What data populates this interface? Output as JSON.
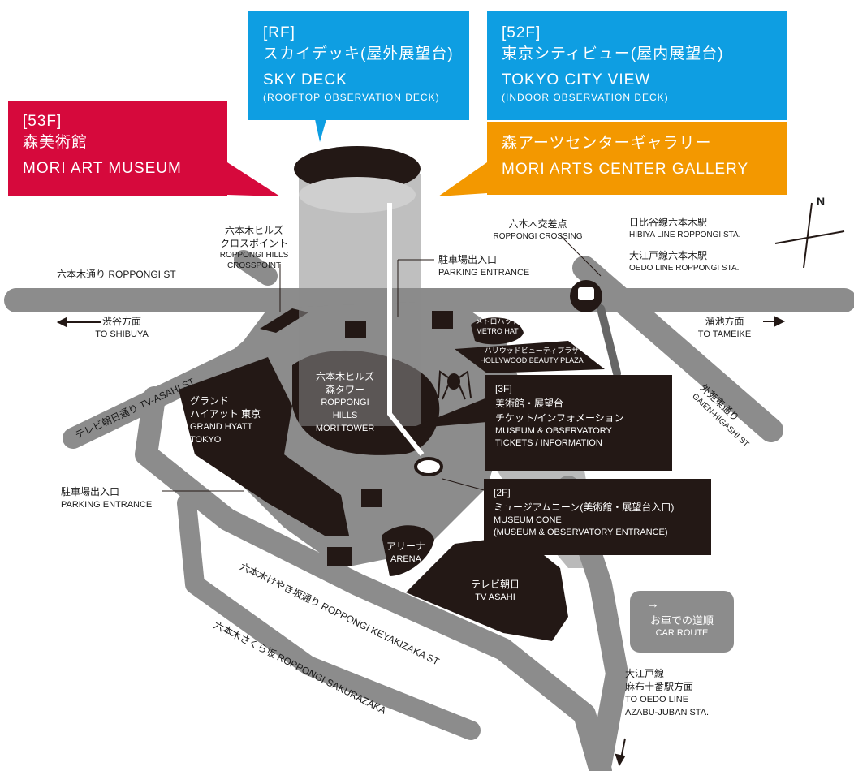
{
  "callouts": {
    "rf": {
      "floor": "[RF]",
      "ja": "スカイデッキ(屋外展望台)",
      "en": "SKY DECK",
      "en_sub": "(ROOFTOP OBSERVATION DECK)"
    },
    "f52": {
      "floor": "[52F]",
      "ja": "東京シティビュー(屋内展望台)",
      "en": "TOKYO CITY VIEW",
      "en_sub": "(INDOOR OBSERVATION DECK)"
    },
    "f53": {
      "floor": "[53F]",
      "ja": "森美術館",
      "en": "MORI ART MUSEUM"
    },
    "gallery": {
      "ja": "森アーツセンターギャラリー",
      "en": "MORI ARTS CENTER GALLERY"
    }
  },
  "labels": {
    "crosspoint_ja": "六本木ヒルズ\nクロスポイント",
    "crosspoint_en": "ROPPONGI HILLS\nCROSSPOINT",
    "roppongi_crossing_ja": "六本木交差点",
    "roppongi_crossing_en": "ROPPONGI CROSSING",
    "hibiya_ja": "日比谷線六本木駅",
    "hibiya_en": "HIBIYA LINE ROPPONGI STA.",
    "oedo_ja": "大江戸線六本木駅",
    "oedo_en": "OEDO LINE ROPPONGI STA.",
    "roppongi_st": "六本木通り ROPPONGI ST",
    "parking_top_ja": "駐車場出入口",
    "parking_top_en": "PARKING ENTRANCE",
    "shibuya_ja": "渋谷方面",
    "shibuya_en": "TO SHIBUYA",
    "tameike_ja": "溜池方面",
    "tameike_en": "TO TAMEIKE",
    "metro_hat": "メトロハット",
    "metro_hat_en": "METRO HAT",
    "hollywood_ja": "ハリウッドビューティプラザ",
    "hollywood_en": "HOLLYWOOD BEAUTY PLAZA",
    "gaien_ja": "外苑東通り",
    "gaien_en": "GAIEN-HIGASHI ST",
    "tv_asahi_st": "テレビ朝日通り TV-ASAHI ST",
    "grand_hyatt_ja": "グランド\nハイアット 東京",
    "grand_hyatt_en": "GRAND HYATT\nTOKYO",
    "mori_tower_ja": "六本木ヒルズ\n森タワー",
    "mori_tower_en": "ROPPONGI\nHILLS\nMORI TOWER",
    "parking_left_ja": "駐車場出入口",
    "parking_left_en": "PARKING ENTRANCE",
    "arena_ja": "アリーナ",
    "arena_en": "ARENA",
    "tv_asahi_ja": "テレビ朝日",
    "tv_asahi_en": "TV ASAHI",
    "keyakizaka": "六本木けやき坂通り ROPPONGI KEYAKIZAKA ST",
    "sakurazaka": "六本木さくら坂 ROPPONGI SAKURAZAKA",
    "azabu_ja": "大江戸線\n麻布十番駅方面",
    "azabu_en": "TO OEDO LINE\nAZABU-JUBAN STA.",
    "north": "N"
  },
  "info_3f": {
    "floor": "[3F]",
    "ja1": "美術館・展望台",
    "ja2": "チケット/インフォメーション",
    "en1": "MUSEUM & OBSERVATORY",
    "en2": "TICKETS / INFORMATION"
  },
  "info_2f": {
    "floor": "[2F]",
    "ja": "ミュージアムコーン(美術館・展望台入口)",
    "en1": "MUSEUM CONE",
    "en2": "(MUSEUM & OBSERVATORY ENTRANCE)"
  },
  "car_route": {
    "ja": "お車での道順",
    "en": "CAR ROUTE"
  },
  "colors": {
    "red": "#d6093c",
    "blue": "#0e9ee2",
    "orange": "#f39800",
    "road": "#8c8c8c",
    "building": "#231815"
  }
}
